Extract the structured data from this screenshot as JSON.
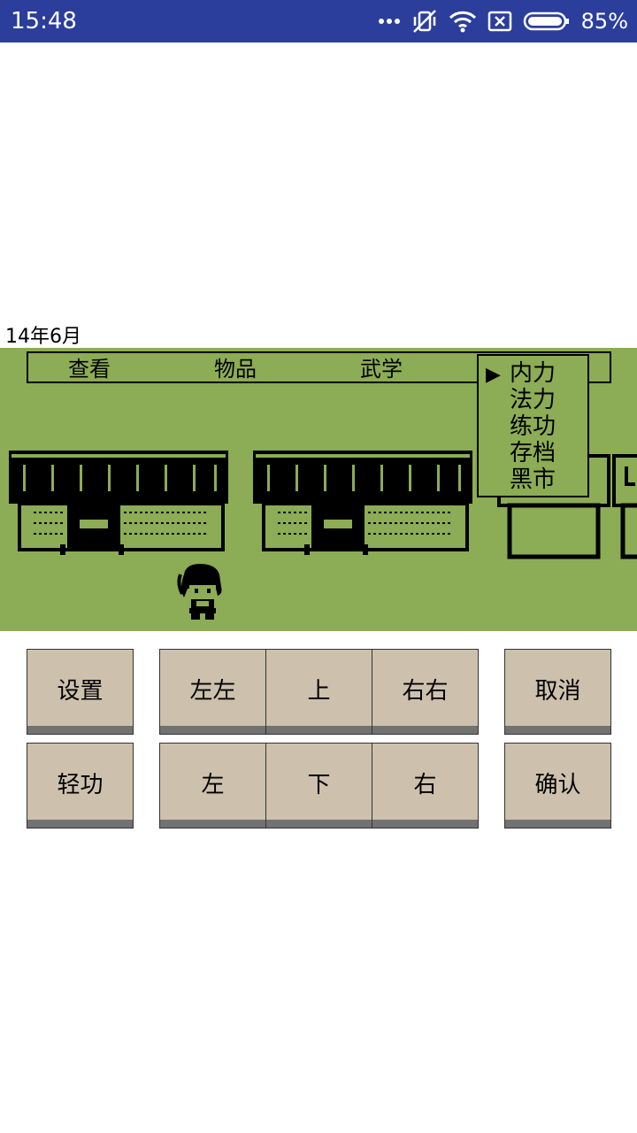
{
  "status_bar": {
    "time": "15:48",
    "battery": "85%"
  },
  "date": "14年6月",
  "top_menu": [
    "查看",
    "物品",
    "武学"
  ],
  "popup_menu": {
    "cursor": "▶",
    "items": [
      "内力",
      "法力",
      "练功",
      "存档",
      "黑市"
    ]
  },
  "controls": {
    "settings": "设置",
    "left_left": "左左",
    "up": "上",
    "right_right": "右右",
    "cancel": "取消",
    "qinggong": "轻功",
    "left": "左",
    "down": "下",
    "right": "右",
    "confirm": "确认"
  },
  "colors": {
    "status_bar": "#2b3e9c",
    "game_bg": "#8cac55",
    "button": "#cdc1ae",
    "button_shadow": "#727272"
  }
}
